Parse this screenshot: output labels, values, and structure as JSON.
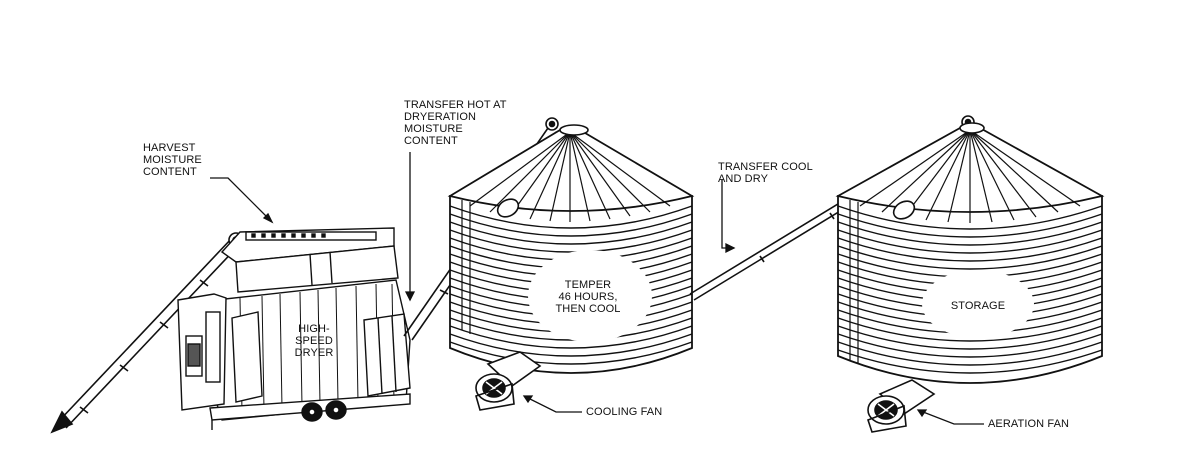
{
  "labels": {
    "harvest": "HARVEST\nMOISTURE\nCONTENT",
    "transfer_hot": "TRANSFER HOT AT\nDRYERATION\nMOISTURE\nCONTENT",
    "transfer_cool": "TRANSFER COOL\nAND DRY",
    "dryer": "HIGH-\nSPEED\nDRYER",
    "temper": "TEMPER\n46 HOURS,\nTHEN COOL",
    "storage": "STORAGE",
    "cooling_fan": "COOLING FAN",
    "aeration_fan": "AERATION FAN"
  }
}
